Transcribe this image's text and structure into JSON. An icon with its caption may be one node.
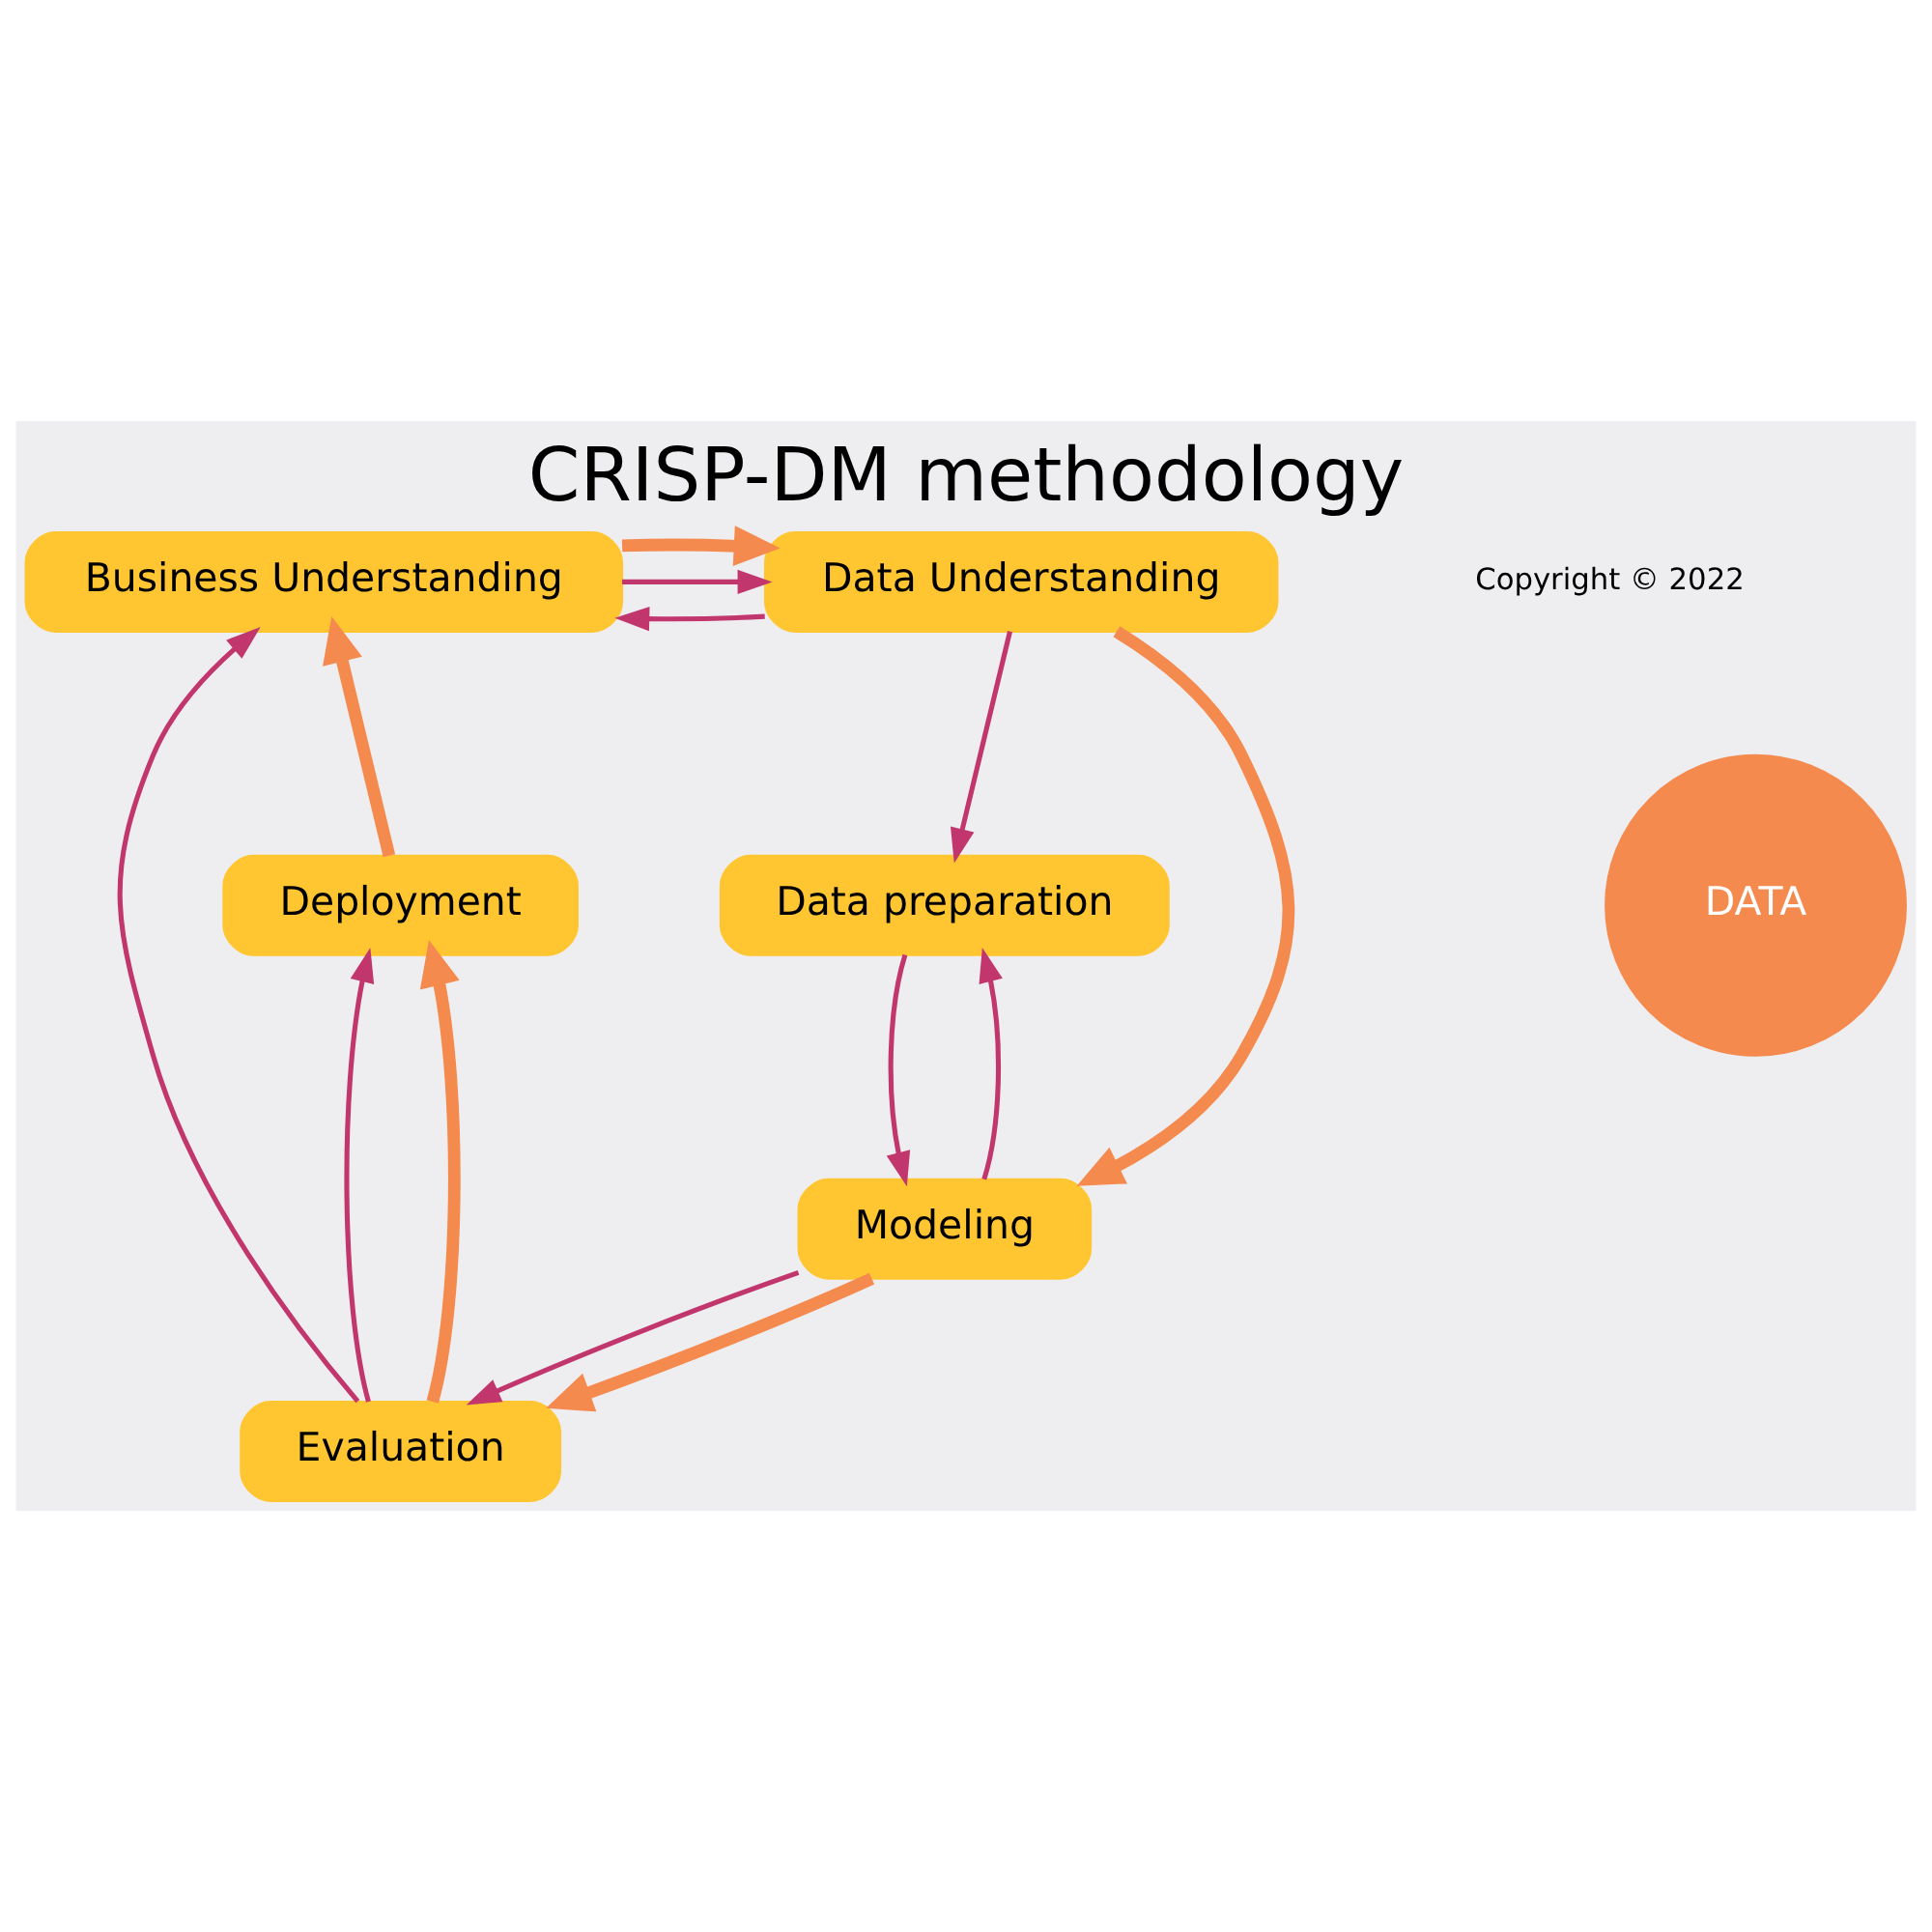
{
  "diagram": {
    "title": "CRISP-DM methodology",
    "nodes": [
      {
        "text": [
          "Business Understanding"
        ]
      },
      {
        "text": [
          "Data Understanding"
        ]
      },
      {
        "text": [
          "Data preparation"
        ]
      },
      {
        "text": [
          "Modeling"
        ]
      },
      {
        "text": [
          "Evaluation"
        ]
      },
      {
        "text": [
          "Deployment"
        ]
      },
      {
        "text": [
          "DATA"
        ]
      }
    ],
    "edges": [
      {
        "from": 1,
        "to": 0,
        "arrow": "to"
      },
      {
        "from": 0,
        "to": 1,
        "arrow": "to"
      },
      {
        "from": 1,
        "to": 2,
        "arrow": "to"
      },
      {
        "from": 2,
        "to": 3,
        "arrow": "to"
      },
      {
        "from": 3,
        "to": 2,
        "arrow": "to"
      },
      {
        "from": 3,
        "to": 4,
        "arrow": "to"
      },
      {
        "from": 4,
        "to": 5,
        "arrow": "to"
      },
      {
        "from": 4,
        "to": 0,
        "arrow": "to"
      },
      {
        "from": 0,
        "to": 1,
        "arrow": "to",
        "style": "thick",
        "color": "#f58a4e"
      },
      {
        "from": 1,
        "to": 3,
        "arrow": "to",
        "style": "thick",
        "color": "#f58a4e"
      },
      {
        "from": 3,
        "to": 4,
        "arrow": "to",
        "style": "thick",
        "color": "#f58a4e"
      },
      {
        "from": 4,
        "to": 5,
        "arrow": "to",
        "style": "thick",
        "color": "#f58a4e"
      },
      {
        "from": 5,
        "to": 0,
        "arrow": "to",
        "style": "thick",
        "color": "#f58a4e"
      }
    ],
    "labels": [
      "Copyright © 2022"
    ]
  }
}
